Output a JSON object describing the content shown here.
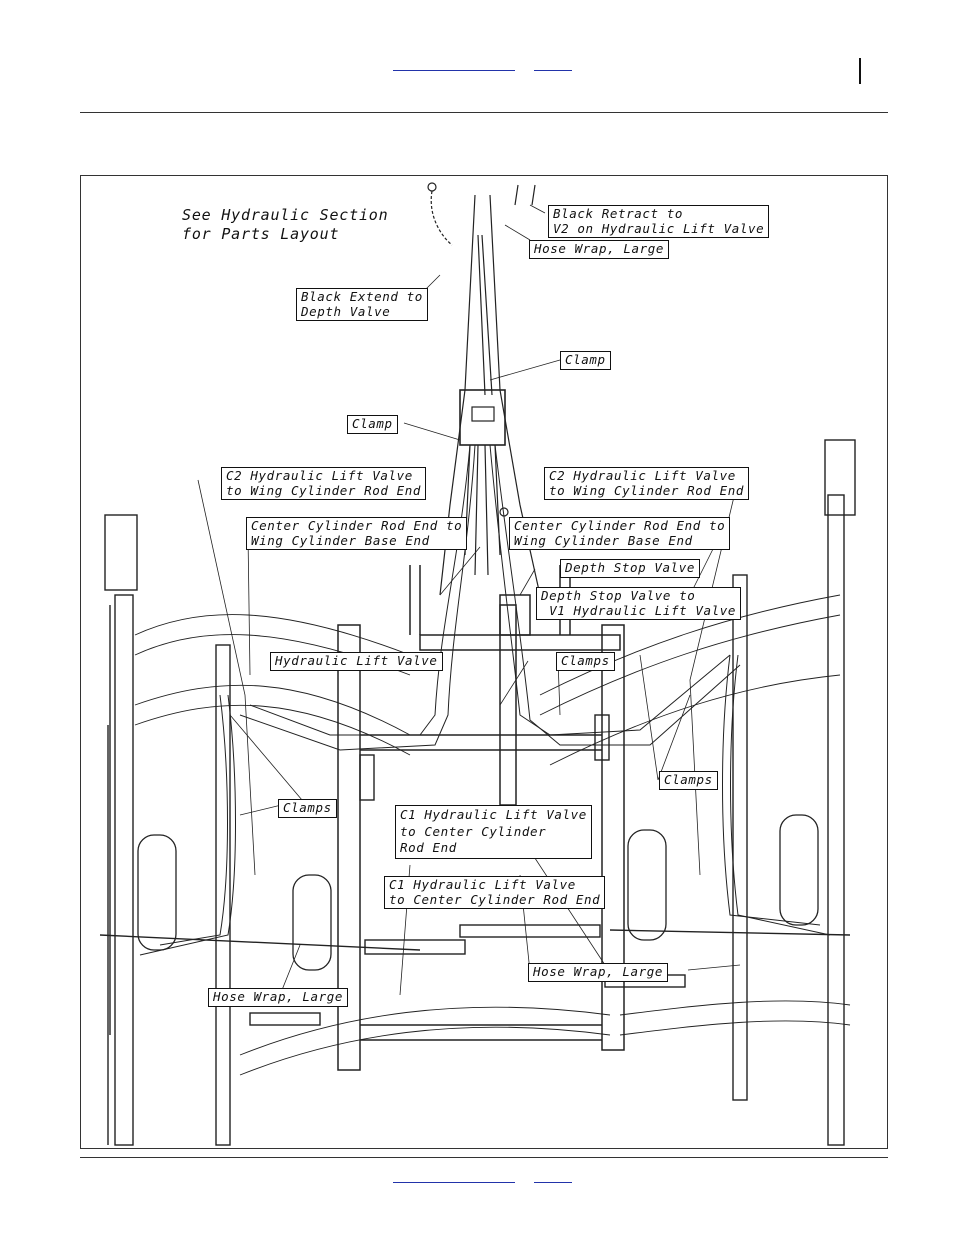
{
  "note": {
    "line1": "See Hydraulic Section",
    "line2": "for Parts Layout"
  },
  "callouts": {
    "black_retract": "Black Retract to\nV2 on Hydraulic Lift Valve",
    "hose_wrap_top": "Hose Wrap, Large",
    "black_extend": "Black Extend to\nDepth Valve",
    "clamp_upper": "Clamp",
    "clamp_left": "Clamp",
    "c2_left": "C2 Hydraulic Lift Valve\nto Wing Cylinder Rod End",
    "c2_right": "C2 Hydraulic Lift Valve\nto Wing Cylinder Rod End",
    "center_left": "Center Cylinder Rod End to\nWing Cylinder Base End",
    "center_right": "Center Cylinder Rod End to\nWing Cylinder Base End",
    "depth_stop": "Depth Stop Valve",
    "depth_stop_v1": "Depth Stop Valve to\n V1 Hydraulic Lift Valve",
    "hydraulic_lift": "Hydraulic Lift Valve",
    "clamps_center": "Clamps",
    "clamps_right": "Clamps",
    "clamps_left": "Clamps",
    "c1_rod_end_1": "C1 Hydraulic Lift Valve\nto Center Cylinder\nRod End",
    "c1_rod_end_2": "C1 Hydraulic Lift Valve\nto Center Cylinder Rod End",
    "hose_wrap_right": "Hose Wrap, Large",
    "hose_wrap_left": "Hose Wrap, Large"
  }
}
